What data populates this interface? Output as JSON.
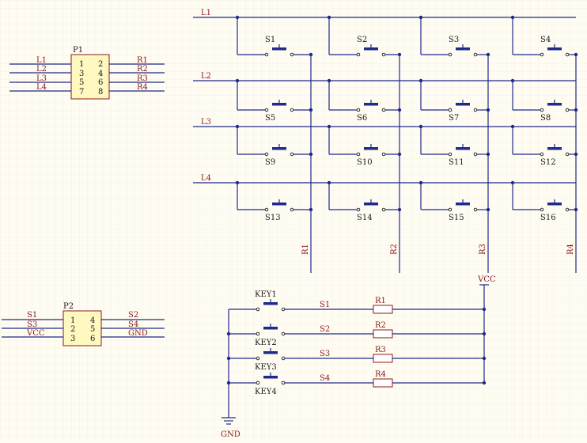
{
  "colors": {
    "wire": "#1f2a8a",
    "part": "#8b1a1a",
    "fill": "#fff8c0",
    "grid": "#ece7d3",
    "background": "#fffdf3"
  },
  "rows": [
    "L1",
    "L2",
    "L3",
    "L4"
  ],
  "cols": [
    "R1",
    "R2",
    "R3",
    "R4"
  ],
  "switches": [
    "S1",
    "S2",
    "S3",
    "S4",
    "S5",
    "S6",
    "S7",
    "S8",
    "S9",
    "S10",
    "S11",
    "S12",
    "S13",
    "S14",
    "S15",
    "S16"
  ],
  "p1": {
    "designator": "P1",
    "pins_left": [
      "1",
      "3",
      "5",
      "7"
    ],
    "pins_right": [
      "2",
      "4",
      "6",
      "8"
    ],
    "nets_left": [
      "L1",
      "L2",
      "L3",
      "L4"
    ],
    "nets_right": [
      "R1",
      "R2",
      "R3",
      "R4"
    ]
  },
  "p2": {
    "designator": "P2",
    "pins_left": [
      "1",
      "2",
      "3"
    ],
    "pins_right": [
      "4",
      "5",
      "6"
    ],
    "nets_left": [
      "S1",
      "S3",
      "VCC"
    ],
    "nets_right": [
      "S2",
      "S4",
      "GND"
    ]
  },
  "keys": {
    "labels": [
      "KEY1",
      "KEY2",
      "KEY3",
      "KEY4"
    ],
    "nets": [
      "S1",
      "S2",
      "S3",
      "S4"
    ],
    "resistors": [
      "R1",
      "R2",
      "R3",
      "R4"
    ],
    "vcc": "VCC",
    "gnd": "GND"
  }
}
